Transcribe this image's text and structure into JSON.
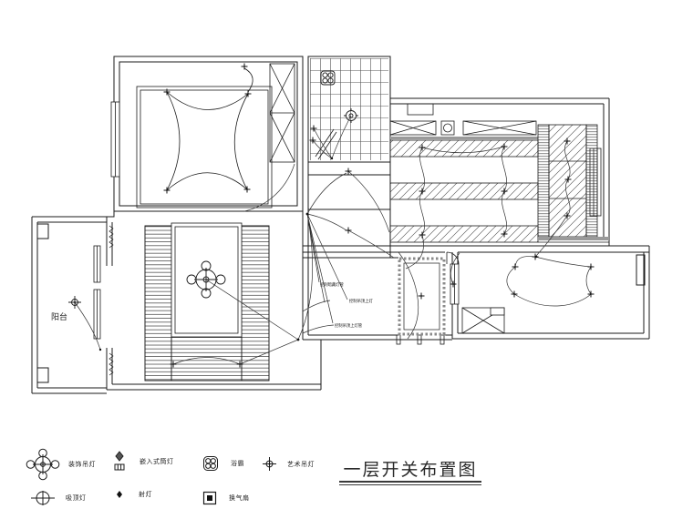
{
  "plan": {
    "balcony_label": "阳台",
    "annotations": [
      "控制暗藏灯管",
      "控制吊顶上灯",
      "控制吊顶上灯管"
    ]
  },
  "legend": {
    "items": [
      {
        "icon": "decorative-pendant-icon",
        "label": "装饰吊灯"
      },
      {
        "icon": "recessed-downlight-icon",
        "label": "嵌入式筒灯"
      },
      {
        "icon": "bath-heater-icon",
        "label": "浴霸"
      },
      {
        "icon": "art-pendant-icon",
        "label": "艺术吊灯"
      },
      {
        "icon": "ceiling-lamp-icon",
        "label": "吸顶灯"
      },
      {
        "icon": "spotlight-icon",
        "label": "射灯"
      },
      {
        "icon": "exhaust-fan-icon",
        "label": "换气扇"
      }
    ]
  },
  "title_block": {
    "title": "一层开关布置图"
  },
  "colors": {
    "line": "#1b1b1b",
    "wire": "#333333",
    "band": "#9a9a9a",
    "bg": "#ffffff"
  }
}
